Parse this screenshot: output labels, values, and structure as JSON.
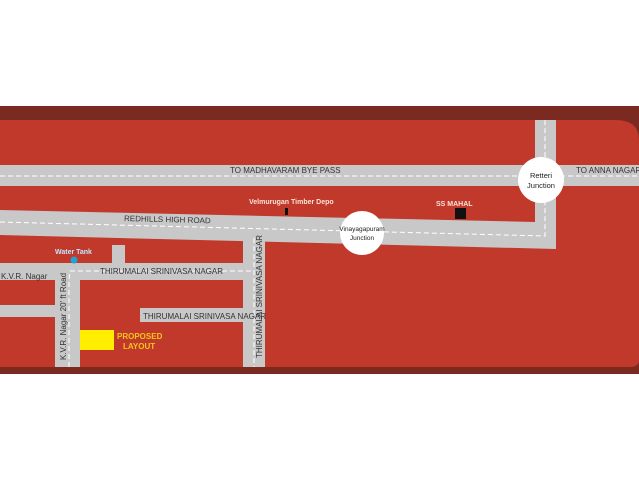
{
  "roads": {
    "top": "TO MADHAVARAM BYE PASS",
    "right": "TO ANNA NAGAR",
    "redhills": "REDHILLS HIGH ROAD",
    "kvr": "K.V.R. Nagar",
    "thirumalai_h1": "THIRUMALAI SRINIVASA NAGAR",
    "thirumalai_h2": "THIRUMALAI SRINIVASA NAGAR",
    "thirumalai_v": "THIRUMALAI SRINIVASA NAGAR",
    "kvr_20ft": "K.V.R. Nagar 20' ft Road"
  },
  "junctions": {
    "retteri": [
      "Retteri",
      "Junction"
    ],
    "vinayagapuram": [
      "Vinayagapuram",
      "Junction"
    ]
  },
  "landmarks": {
    "timber": "Velmurugan Timber Depo",
    "mahal": "SS MAHAL",
    "water_tank": "Water Tank"
  },
  "proposed": [
    "PROPOSED",
    "LAYOUT"
  ],
  "colors": {
    "background": "#c0392b",
    "border": "#7b2a22",
    "road": "#c8c8c8",
    "proposed": "#ffee00",
    "proposed_text": "#f5c518",
    "water": "#1fa3d6"
  }
}
